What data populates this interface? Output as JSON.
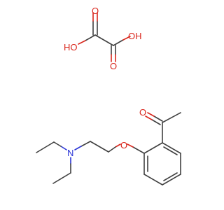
{
  "molecule": {
    "colors": {
      "bond": "#404040",
      "oxygen": "#d9261c",
      "nitrogen": "#2a35d6",
      "background": "#ffffff"
    },
    "labels": {
      "ho_left": "HO",
      "oh_right": "OH",
      "o_oxalic_1": "O",
      "o_oxalic_2": "O",
      "o_ketone": "O",
      "o_ether": "O",
      "n_amine": "N"
    }
  }
}
